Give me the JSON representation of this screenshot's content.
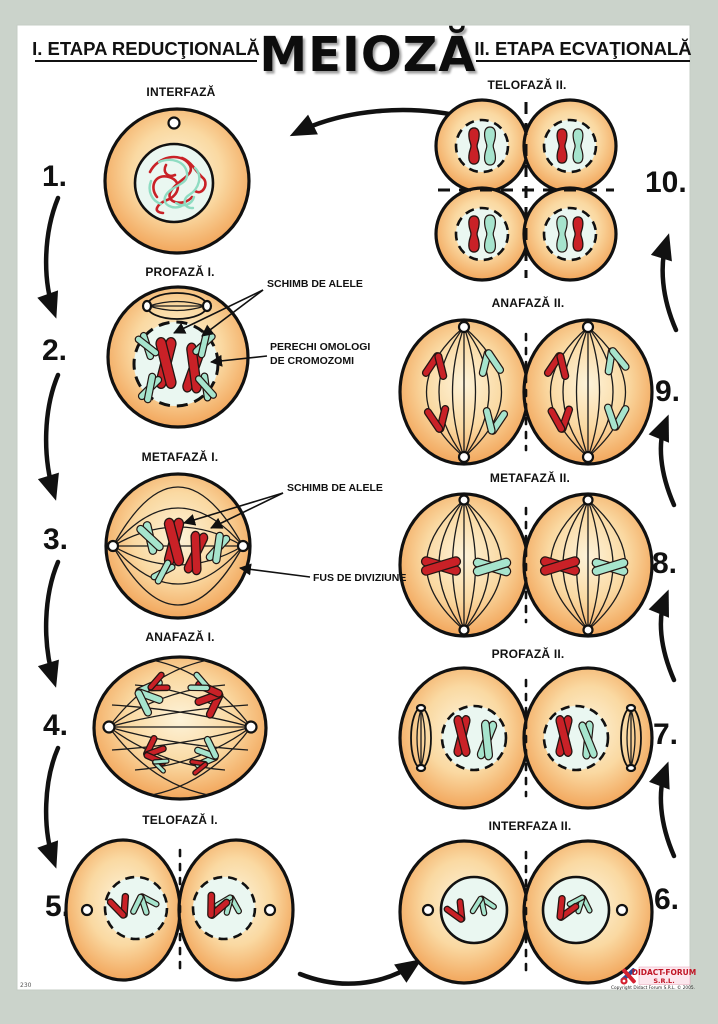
{
  "title": "MEIOZĂ",
  "headers": {
    "left": "I. ETAPA REDUCŢIONALĂ",
    "right": "II. ETAPA ECVAŢIONALĂ"
  },
  "stages": {
    "s1": {
      "num": "1.",
      "label": "INTERFAZĂ"
    },
    "s2": {
      "num": "2.",
      "label": "PROFAZĂ I."
    },
    "s3": {
      "num": "3.",
      "label": "METAFAZĂ I."
    },
    "s4": {
      "num": "4.",
      "label": "ANAFAZĂ I."
    },
    "s5": {
      "num": "5.",
      "label": "TELOFAZĂ I."
    },
    "s6": {
      "num": "6.",
      "label": "INTERFAZA II."
    },
    "s7": {
      "num": "7.",
      "label": "PROFAZĂ II."
    },
    "s8": {
      "num": "8.",
      "label": "METAFAZĂ II."
    },
    "s9": {
      "num": "9.",
      "label": "ANAFAZĂ II."
    },
    "s10": {
      "num": "10.",
      "label": "TELOFAZĂ II."
    }
  },
  "annotations": {
    "schimb_profaza": "SCHIMB DE ALELE",
    "perechi_line1": "PERECHI OMOLOGI",
    "perechi_line2": "DE CROMOZOMI",
    "schimb_metafaza": "SCHIMB DE ALELE",
    "fus": "FUS DE DIVIZIUNE"
  },
  "footer": {
    "page_number": "230",
    "brand_line1": "DIDACT-FORUM",
    "brand_line2": "S.R.L.",
    "copyright": "Copyright Didact Forum S.R.L. © 2005."
  },
  "colors": {
    "background": "#cbd3cb",
    "paper": "#ffffff",
    "cell_edge": "#f09a4b",
    "cell_center": "#fdf3d9",
    "nucleus": "#eaf7f1",
    "chromosome_red": "#c92127",
    "chromosome_teal": "#a6e4cd",
    "outline": "#111111",
    "brand_red": "#c01525"
  }
}
